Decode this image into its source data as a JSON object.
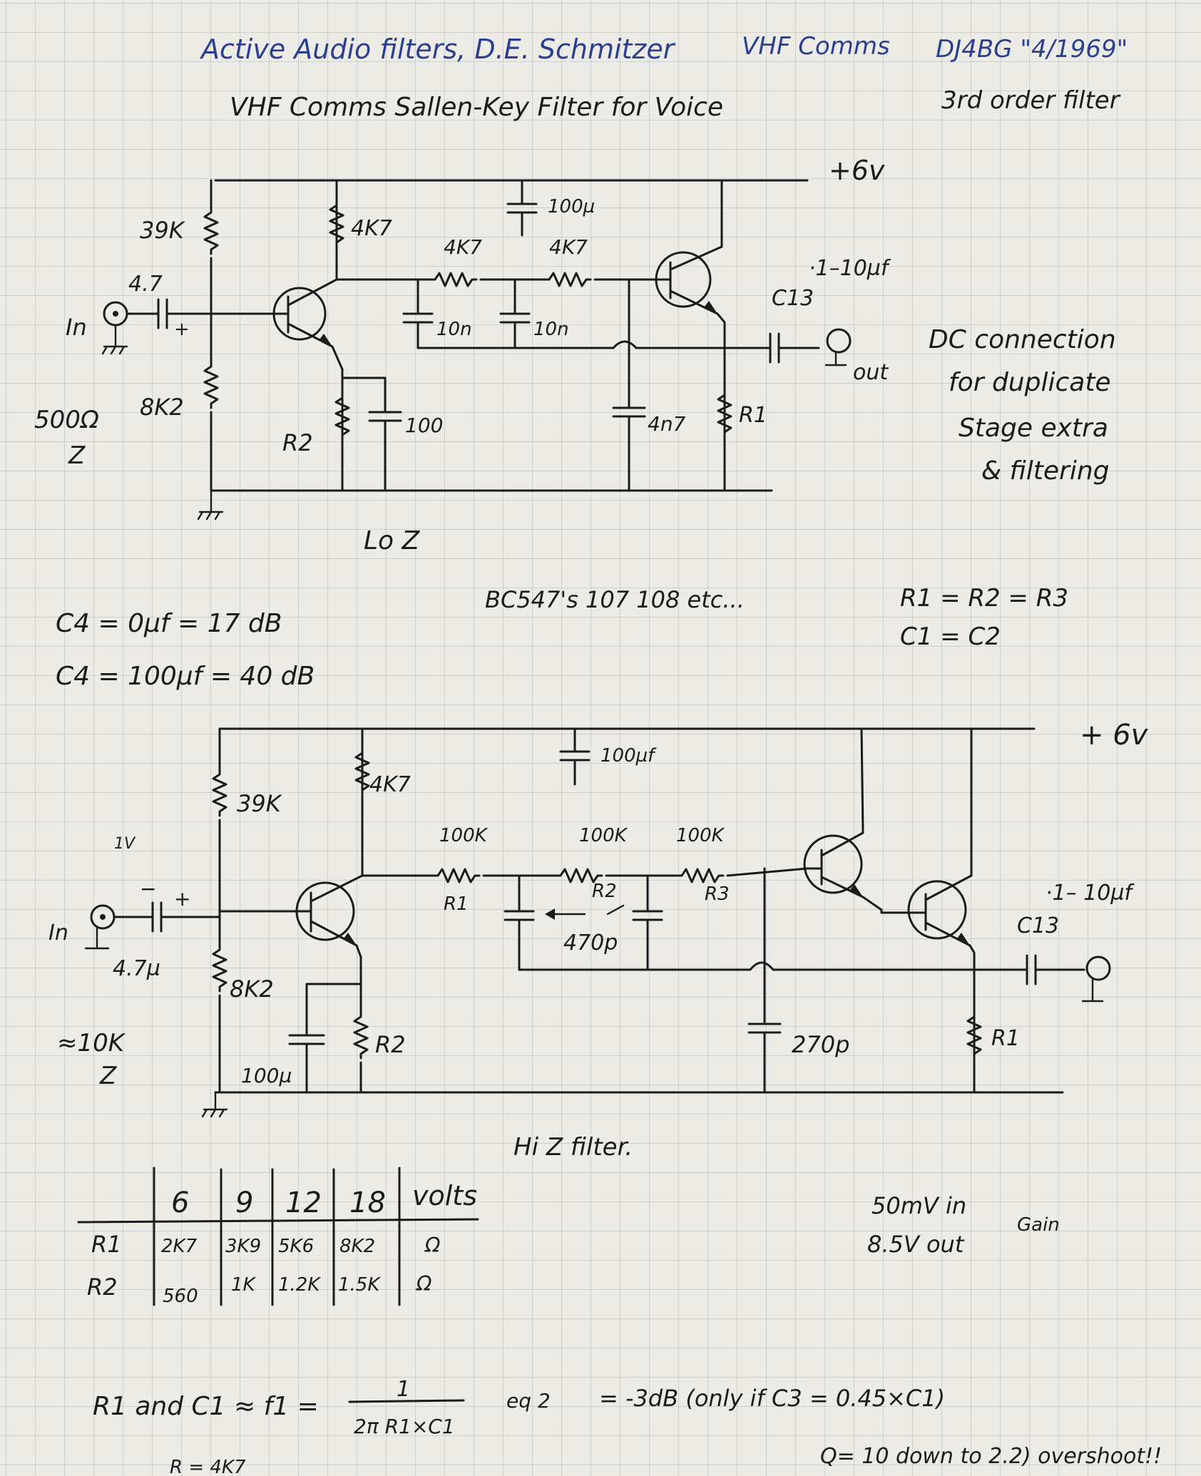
{
  "header": {
    "line1_left": "Active Audio filters, D.E. Schmitzer",
    "line1_mid": "VHF Comms",
    "line1_right": "DJ4BG \"4/1969\"",
    "line2_left": "VHF Comms Sallen-Key Filter for Voice",
    "line2_right": "3rd order filter"
  },
  "circuit1": {
    "supply": "+6v",
    "r_bias_top": "39K",
    "r_bias_bottom": "8K2",
    "r_collector": "4K7",
    "r_series1": "4K7",
    "r_series2": "4K7",
    "c_input": "4.7",
    "c_decouple": "100µ",
    "c_shunt1": "10n",
    "c_shunt2": "10n",
    "c_filter": "4n7",
    "c_emitter": "100",
    "r_emitter": "R2",
    "r_load": "R1",
    "c_out_label": "C13",
    "c_out_value": "·1–10µf",
    "in_label": "In",
    "out_label": "out",
    "impedance": "500Ω",
    "impedance_z": "Z",
    "note_dc": "DC connection",
    "note_dup": "for duplicate",
    "note_stage": "Stage extra",
    "note_filtering": "& filtering",
    "lo_z": "Lo Z"
  },
  "middle": {
    "transistors": "BC547's  107  108 etc...",
    "eq_r": "R1 = R2 = R3",
    "eq_c": "C1 = C2",
    "c4_a": "C4 = 0µf = 17 dB",
    "c4_b": "C4 = 100µf = 40 dB"
  },
  "circuit2": {
    "supply": "+ 6v",
    "r_bias_top": "39K",
    "r_bias_bottom": "8K2",
    "r_collector": "4K7",
    "c_decouple": "100µf",
    "r1_value": "100K",
    "r2_value": "100K",
    "r3_value": "100K",
    "r1_label": "R1",
    "r2_label": "R2",
    "r3_label": "R3",
    "c_mid": "470p",
    "c_shunt": "270p",
    "c_emitter": "100µ",
    "r_emitter": "R2",
    "r_load": "R1",
    "c_out_label": "C13",
    "c_out_value": "·1– 10µf",
    "in_label": "In",
    "c_input": "4.7µ",
    "c_in_note": "1V",
    "impedance": "≈10K",
    "impedance_z": "Z",
    "caption": "Hi Z filter."
  },
  "table": {
    "headers": [
      "6",
      "9",
      "12",
      "18",
      "volts"
    ],
    "rows": [
      {
        "label": "R1",
        "values": [
          "2K7",
          "3K9",
          "5K6",
          "8K2"
        ],
        "unit": "Ω"
      },
      {
        "label": "R2",
        "values": [
          "560",
          "1K",
          "1.2K",
          "1.5K"
        ],
        "unit": "Ω"
      }
    ]
  },
  "gain_note": {
    "line1": "50mV in",
    "line2": "8.5V out",
    "label": "Gain"
  },
  "formula": {
    "lhs": "R1 and C1 ≈ f1 =",
    "numerator": "1",
    "denominator": "2π R1×C1",
    "eq": "eq 2",
    "rhs": "= -3dB (only if C3 = 0.45×C1)",
    "note": "Q= 10 down to 2.2) overshoot!!",
    "bottom": "R = 4K7"
  }
}
